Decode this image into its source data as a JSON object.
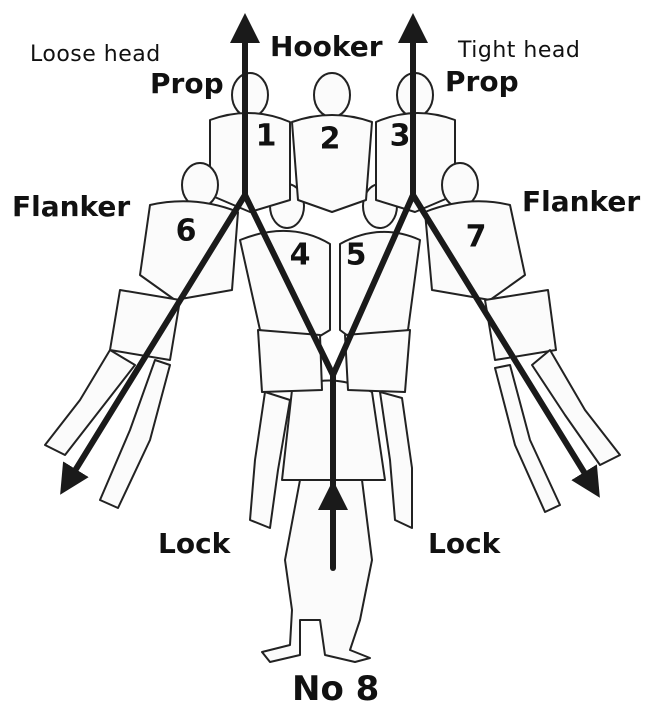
{
  "labels": {
    "loose_head": "Loose head",
    "hooker": "Hooker",
    "tight_head": "Tight head",
    "prop_left": "Prop",
    "prop_right": "Prop",
    "flanker_left": "Flanker",
    "flanker_right": "Flanker",
    "lock_left": "Lock",
    "lock_right": "Lock",
    "no8": "No 8"
  },
  "players": [
    {
      "number": "1",
      "role": "loose-head-prop"
    },
    {
      "number": "2",
      "role": "hooker"
    },
    {
      "number": "3",
      "role": "tight-head-prop"
    },
    {
      "number": "4",
      "role": "lock"
    },
    {
      "number": "5",
      "role": "lock"
    },
    {
      "number": "6",
      "role": "flanker"
    },
    {
      "number": "7",
      "role": "flanker"
    }
  ],
  "colors": {
    "ink": "#111111",
    "arrow": "#1a1a1a",
    "background": "#ffffff",
    "figure_fill": "#fbfbfb"
  }
}
